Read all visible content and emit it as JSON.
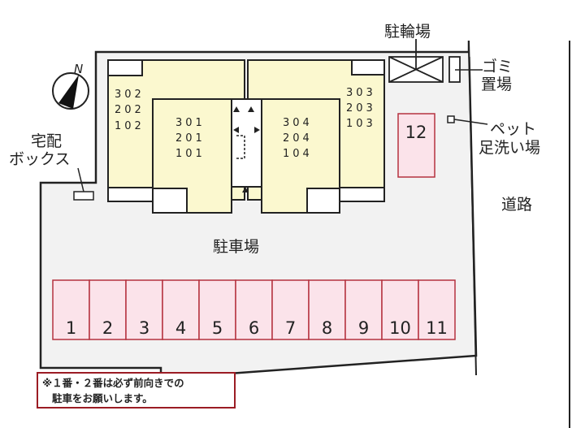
{
  "labels": {
    "bicycle_parking": "駐輪場",
    "garbage_line1": "ゴミ",
    "garbage_line2": "置場",
    "pet_line1": "ペット",
    "pet_line2": "足洗い場",
    "road": "道路",
    "delivery_line1": "宅配",
    "delivery_line2": "ボックス",
    "parking_lot": "駐車場",
    "north": "N"
  },
  "units": {
    "left": [
      "302",
      "202",
      "102"
    ],
    "inner_left": [
      "301",
      "201",
      "101"
    ],
    "inner_right": [
      "304",
      "204",
      "104"
    ],
    "right": [
      "303",
      "203",
      "103"
    ]
  },
  "parking_spots": [
    "1",
    "2",
    "3",
    "4",
    "5",
    "6",
    "7",
    "8",
    "9",
    "10",
    "11"
  ],
  "extra_spot": "12",
  "note": {
    "line1": "※１番・２番は必ず前向きでの",
    "line2": "駐車をお願いします。"
  },
  "colors": {
    "building": "#fbf8cf",
    "lot": "#f2f2f2",
    "parking_fill": "#fbe3ea",
    "parking_border": "#b5323f",
    "note_border": "#9b1c24"
  }
}
